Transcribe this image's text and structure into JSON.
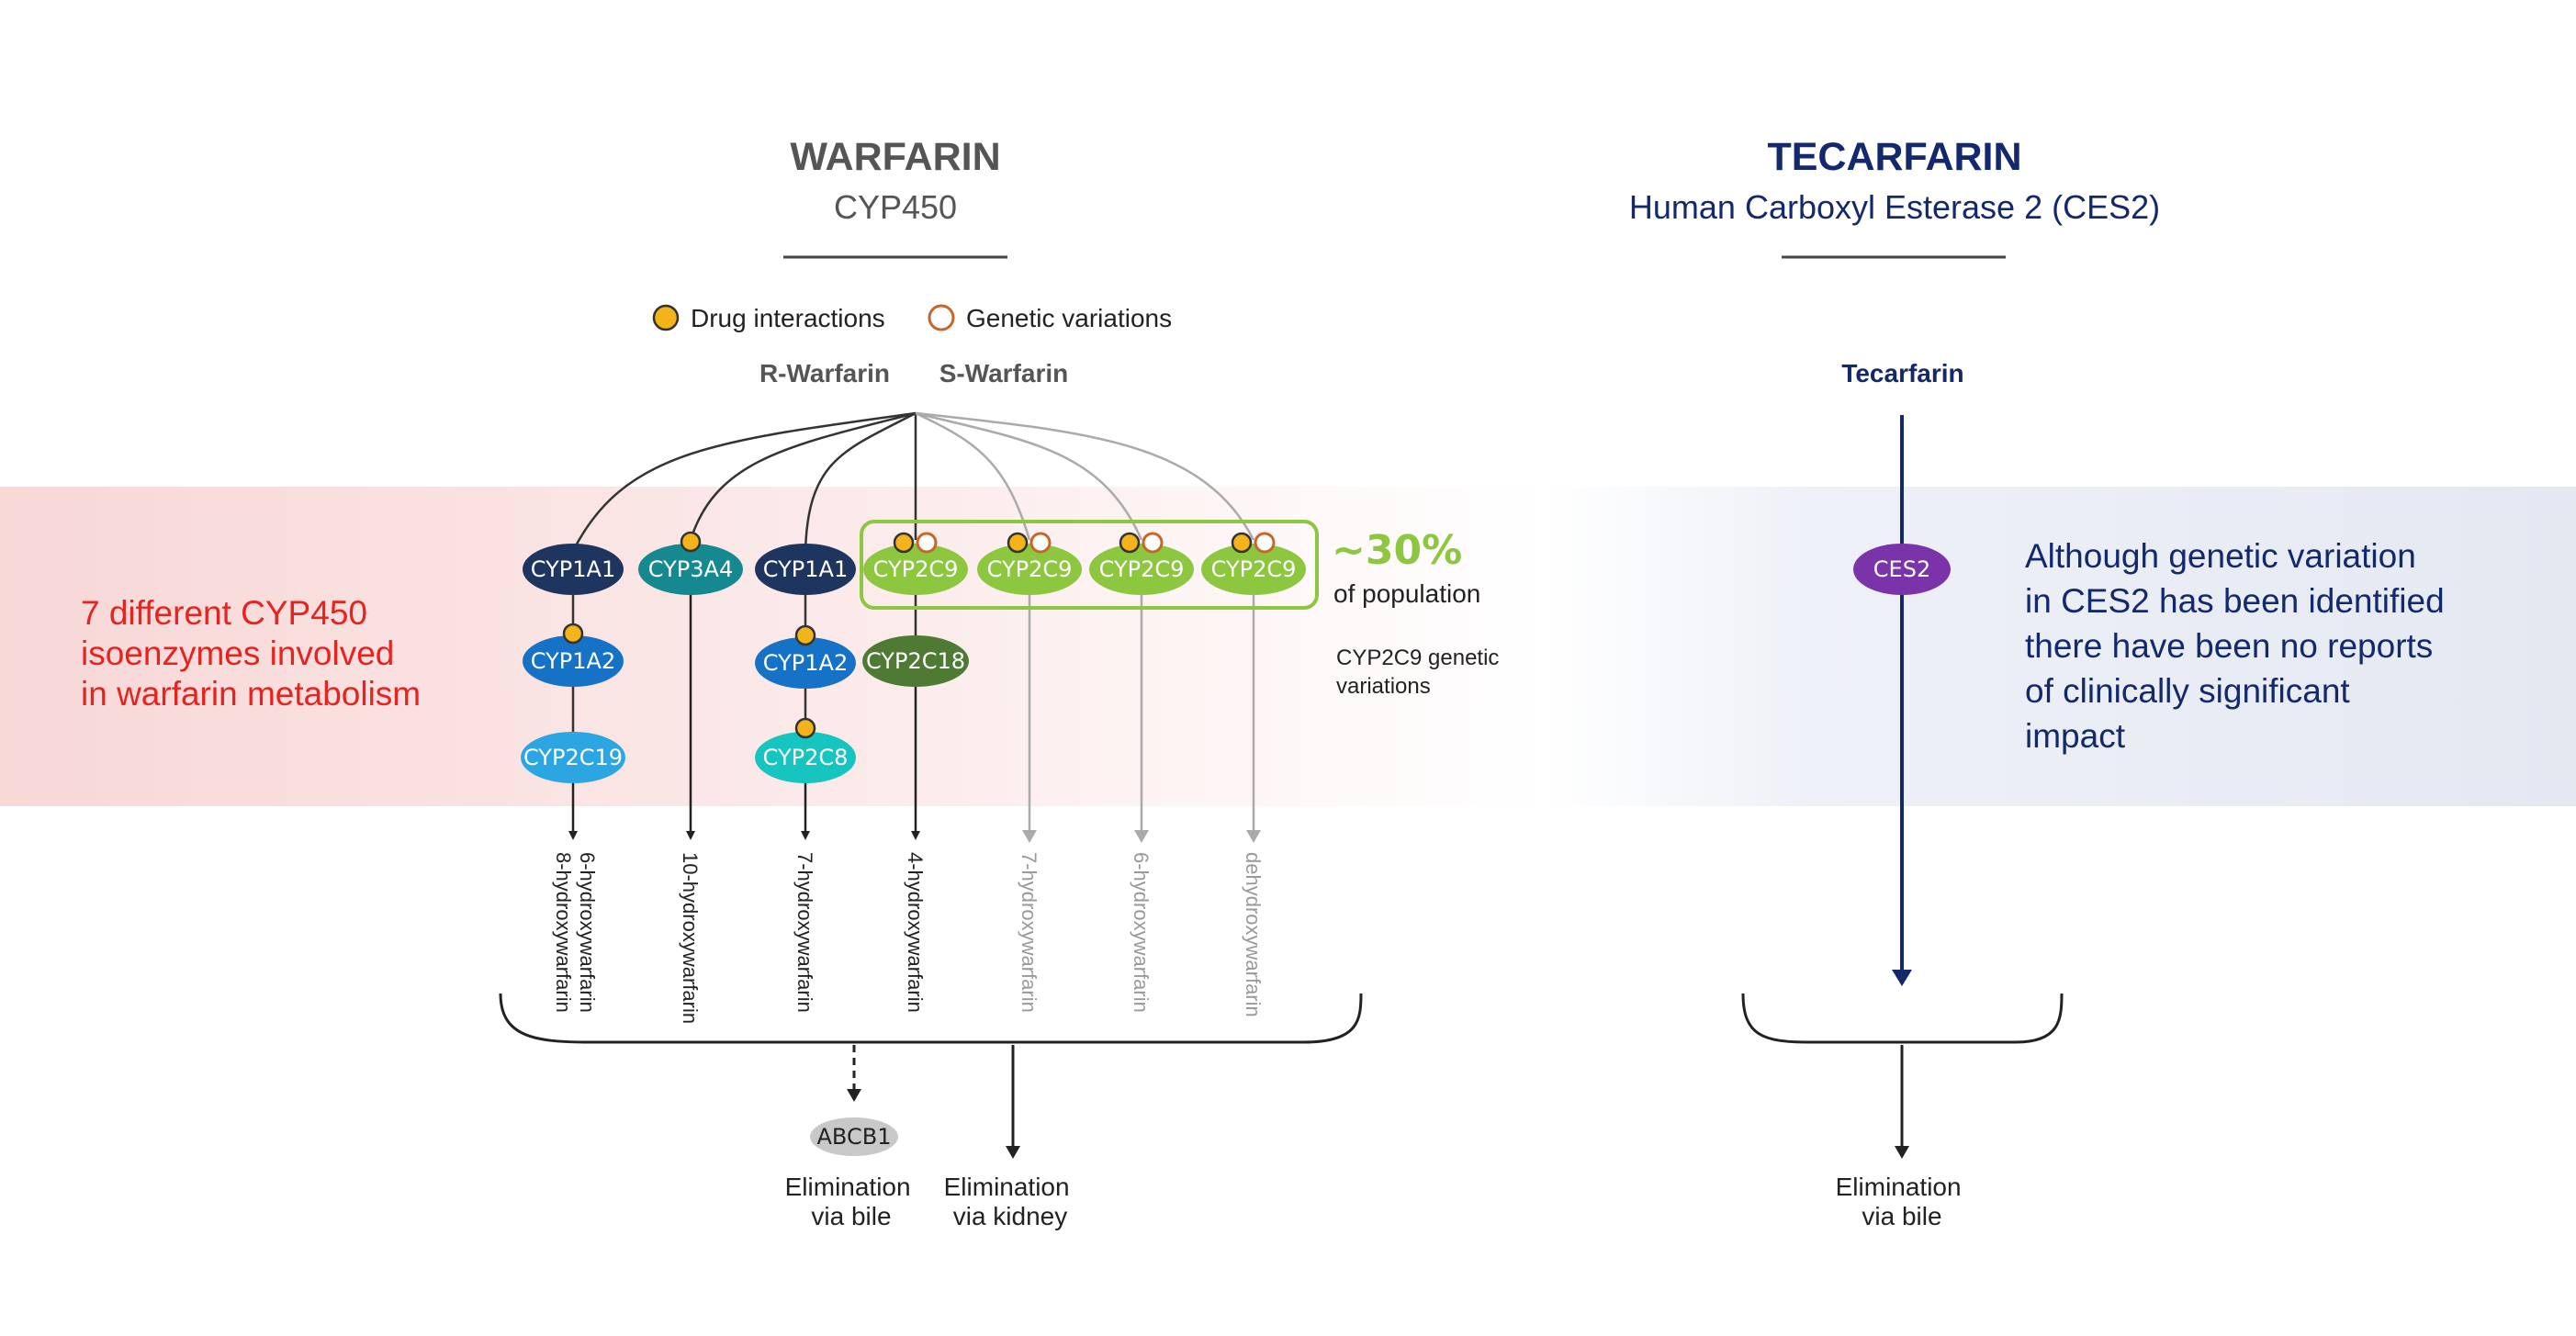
{
  "warfarin": {
    "title": "WARFARIN",
    "subtitle": "CYP450",
    "legend": {
      "interaction": "Drug interactions",
      "genetic": "Genetic variations"
    },
    "r_label": "R-Warfarin",
    "s_label": "S-Warfarin",
    "side_note": [
      "7 different CYP450",
      "isoenzymes involved",
      "in warfarin metabolism"
    ],
    "percent": "~30%",
    "percent_caption": "of population",
    "cyp2c9_note": [
      "CYP2C9 genetic",
      "variations"
    ],
    "enzymes": {
      "c1_a": "CYP1A1",
      "c1_b": "CYP1A2",
      "c1_c": "CYP2C19",
      "c2_a": "CYP3A4",
      "c3_a": "CYP1A1",
      "c3_b": "CYP1A2",
      "c3_c": "CYP2C8",
      "c4_a": "CYP2C9",
      "c4_b": "CYP2C18",
      "c5_a": "CYP2C9",
      "c6_a": "CYP2C9",
      "c7_a": "CYP2C9"
    },
    "metabolites": {
      "m1": [
        "6-hydroxywarfarin",
        "8-hydroxywarfarin"
      ],
      "m2": [
        "10-hydroxywarfarin"
      ],
      "m3": [
        "7-hydroxywarfarin"
      ],
      "m4": [
        "4-hydroxywarfarin"
      ],
      "m5": [
        "7-hydroxywarfarin"
      ],
      "m6": [
        "6-hydroxywarfarin"
      ],
      "m7": [
        "dehydroxywarfarin"
      ]
    },
    "transporter": "ABCB1",
    "elim_bile": [
      "Elimination",
      "via bile"
    ],
    "elim_kidney": [
      "Elimination",
      "via kidney"
    ]
  },
  "tecarfarin": {
    "title": "TECARFARIN",
    "subtitle": "Human Carboxyl Esterase 2 (CES2)",
    "drug_label": "Tecarfarin",
    "enzyme": "CES2",
    "side_note": [
      "Although genetic variation",
      "in CES2 has been identified",
      "there have been no reports",
      "of clinically significant",
      "impact"
    ],
    "elim_bile": [
      "Elimination",
      "via bile"
    ]
  },
  "colors": {
    "warfarin_title": "#555555",
    "tecarfarin_navy": "#14286e",
    "red_text": "#e8231d",
    "green_light": "#8dc63f",
    "green_dark": "#4e7a34",
    "navy_enzyme": "#1e3560",
    "blue_enzyme": "#1672c6",
    "lightblue_enzyme": "#2ba6e2",
    "teal_enzyme": "#16888f",
    "cyan_enzyme": "#16c4c0",
    "purple_enzyme": "#7a33a8",
    "interaction_dot": "#f3b31b",
    "genetic_ring": "#c8662a",
    "grey_line": "#aaaaaa"
  }
}
